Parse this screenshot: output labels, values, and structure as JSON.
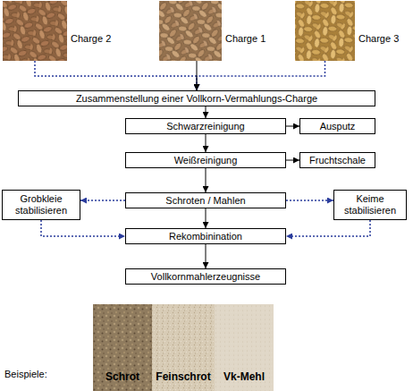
{
  "diagram": {
    "nodes": [
      {
        "text": [
          "Charge 2"
        ]
      },
      {
        "text": [
          "Charge 1"
        ]
      },
      {
        "text": [
          "Charge 3"
        ]
      },
      {
        "text": [
          "Zusammenstellung einer Vollkorn-Vermahlungs-Charge"
        ]
      },
      {
        "text": [
          "Schwarzreinigung"
        ]
      },
      {
        "text": [
          "Ausputz"
        ]
      },
      {
        "text": [
          "Weißreinigung"
        ]
      },
      {
        "text": [
          "Fruchtschale"
        ]
      },
      {
        "text": [
          "Grobkleie stabilisieren"
        ]
      },
      {
        "text": [
          "Schroten / Mahlen"
        ]
      },
      {
        "text": [
          "Keime stabilisieren"
        ]
      },
      {
        "text": [
          "Rekombinination"
        ]
      },
      {
        "text": [
          "Vollkornmahlerzeugnisse"
        ]
      },
      {
        "text": [
          "Schrot"
        ]
      },
      {
        "text": [
          "Feinschrot"
        ]
      },
      {
        "text": [
          "Vk-Mehl"
        ]
      }
    ],
    "edges": [
      {
        "from": 0,
        "to": 3,
        "arrow": "to"
      },
      {
        "from": 1,
        "to": 3,
        "arrow": "to"
      },
      {
        "from": 2,
        "to": 3,
        "arrow": "to"
      },
      {
        "from": 3,
        "to": 4,
        "arrow": "to"
      },
      {
        "from": 4,
        "to": 5,
        "arrow": "to"
      },
      {
        "from": 4,
        "to": 6,
        "arrow": "to"
      },
      {
        "from": 6,
        "to": 7,
        "arrow": "to"
      },
      {
        "from": 6,
        "to": 9,
        "arrow": "to"
      },
      {
        "from": 9,
        "to": 8,
        "arrow": "to"
      },
      {
        "from": 9,
        "to": 10,
        "arrow": "to"
      },
      {
        "from": 8,
        "to": 11,
        "arrow": "to"
      },
      {
        "from": 10,
        "to": 11,
        "arrow": "to"
      },
      {
        "from": 9,
        "to": 11,
        "arrow": "to"
      },
      {
        "from": 11,
        "to": 12,
        "arrow": "to"
      }
    ],
    "labels": [
      "Beispiele:"
    ]
  }
}
